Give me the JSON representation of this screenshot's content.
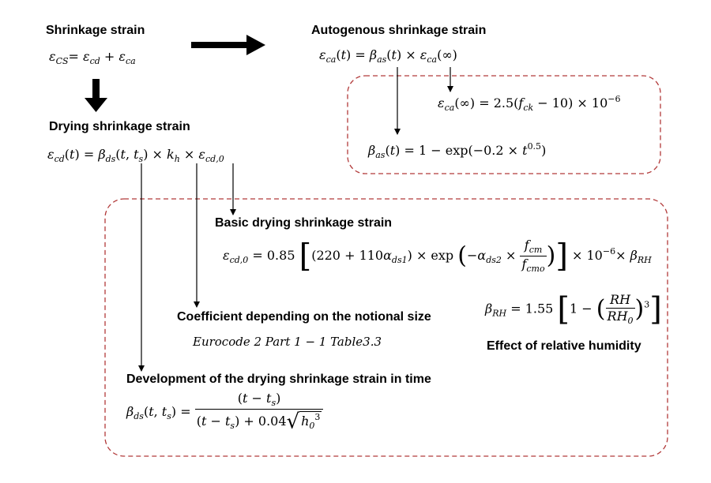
{
  "headings": {
    "shrinkage": "Shrinkage strain",
    "autogenous": "Autogenous shrinkage strain",
    "drying": "Drying shrinkage strain",
    "basic": "Basic drying shrinkage strain",
    "coefficient": "Coefficient depending on the notional size",
    "development": "Development of the drying shrinkage strain in time",
    "humidity": "Effect of relative humidity"
  },
  "notes": {
    "eurocode": "Eurocode 2 Part 1 − 1 Table3.3"
  },
  "colors": {
    "box_border": "#b23a3a",
    "text": "#000000"
  }
}
